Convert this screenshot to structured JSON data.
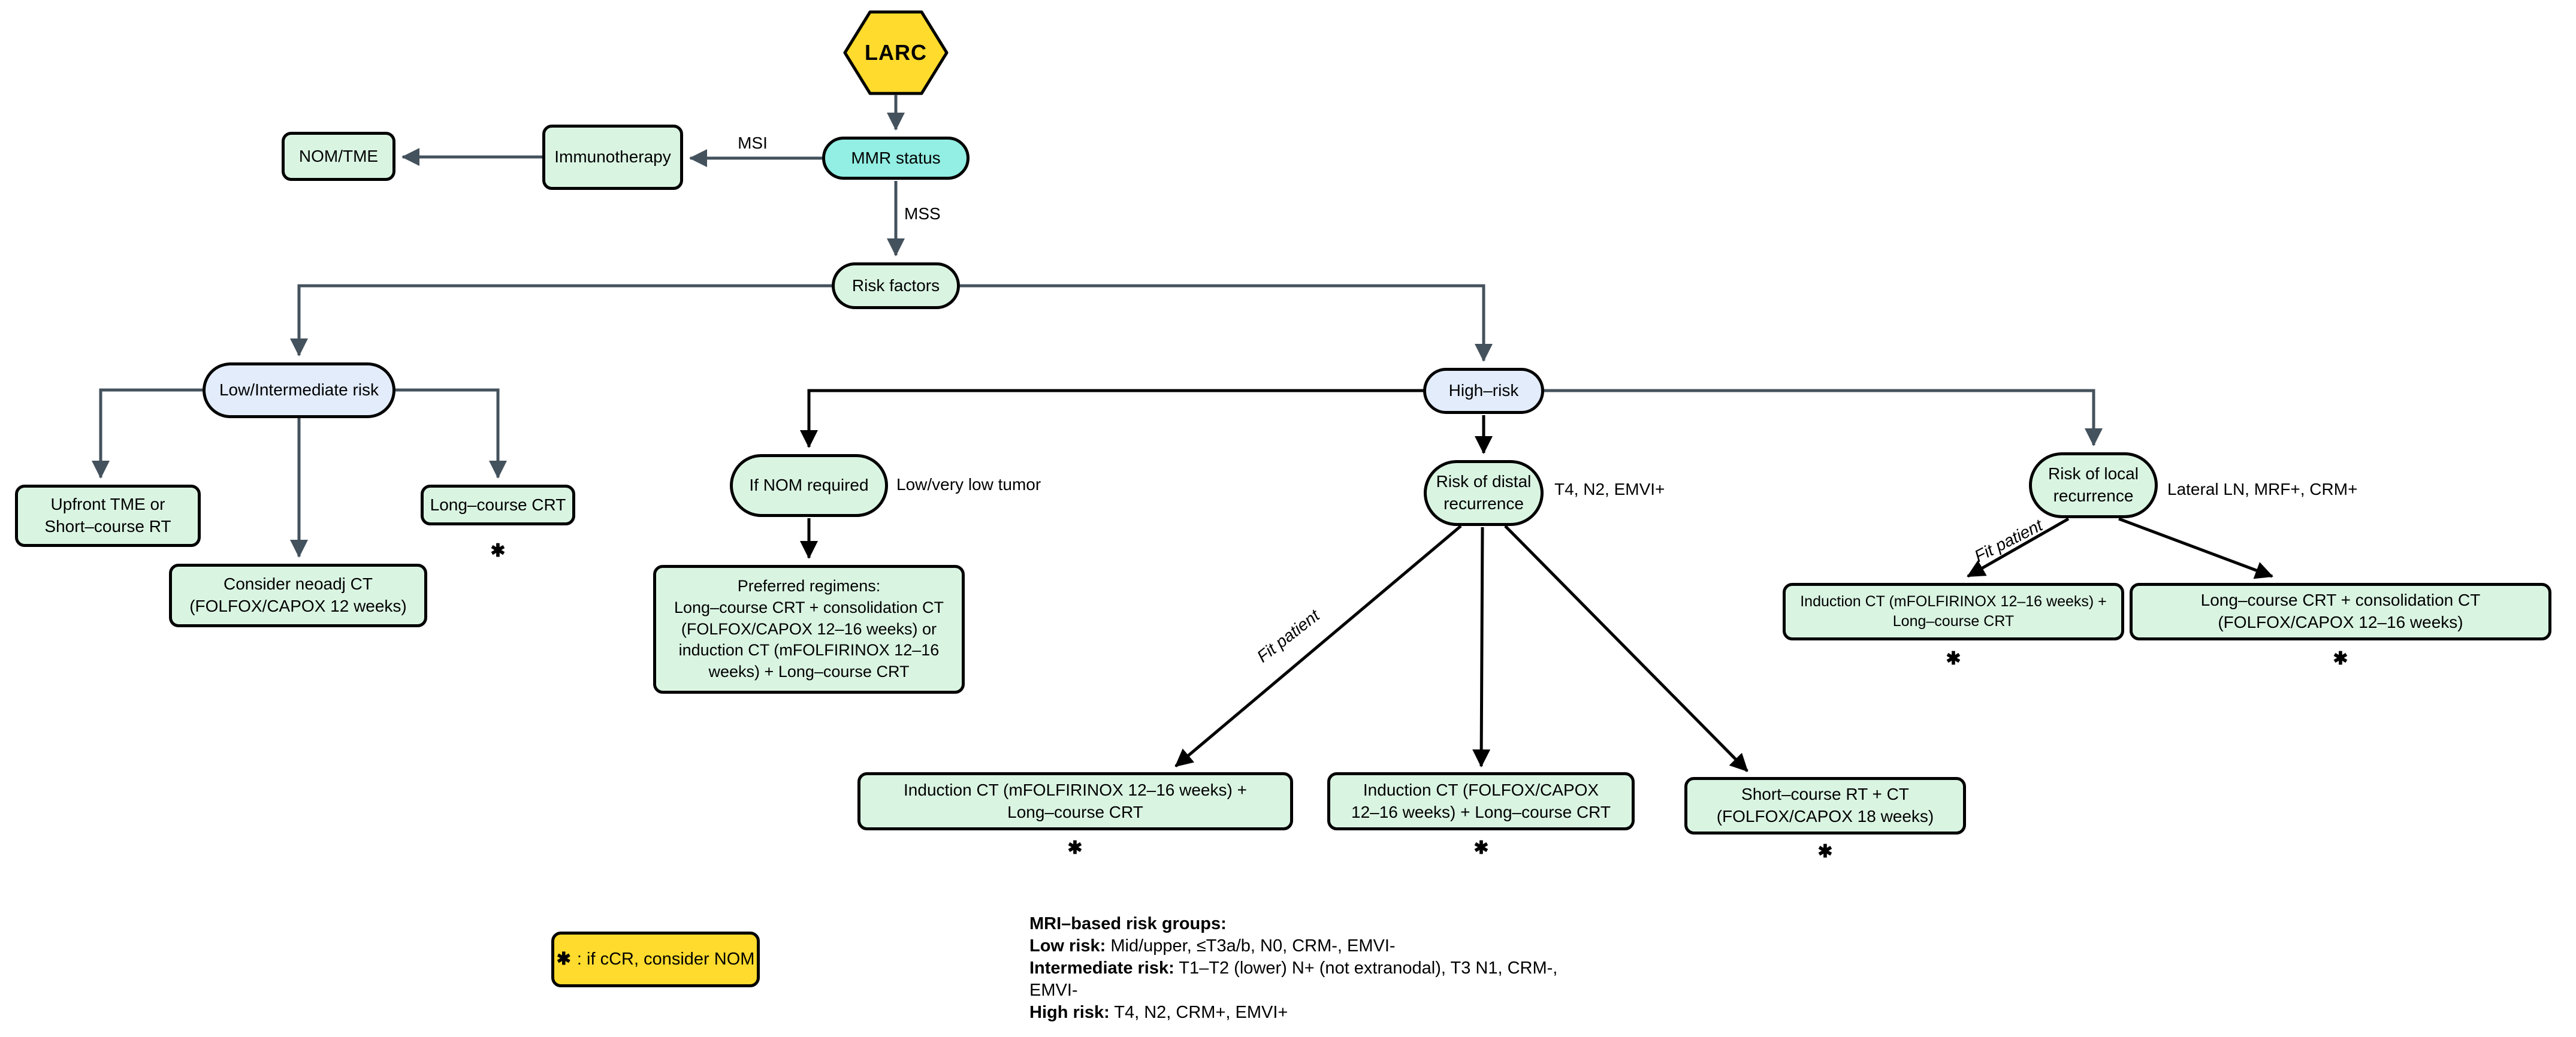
{
  "diagram_title": "LARC treatment decision flowchart",
  "colors": {
    "node_green": "#DAF4E2",
    "node_blue": "#E2ECFB",
    "node_cyan": "#93EEE3",
    "node_yellow": "#FFDB2D",
    "wire_gray": "#44525D",
    "wire_black": "#000000"
  },
  "nodes": {
    "larc": {
      "label": "LARC"
    },
    "mmr_status": {
      "label": "MMR status"
    },
    "immunotherapy": {
      "label": "Immunotherapy"
    },
    "nom_tme": {
      "label": "NOM/TME"
    },
    "risk_factors": {
      "label": "Risk factors"
    },
    "low_intermediate": {
      "label": "Low/Intermediate risk"
    },
    "high_risk": {
      "label": "High–risk"
    },
    "upfront": {
      "label": "Upfront TME or\nShort–course RT"
    },
    "consider_neoadj": {
      "label": "Consider neoadj CT\n(FOLFOX/CAPOX 12 weeks)"
    },
    "long_course_crt": {
      "label": "Long–course CRT"
    },
    "if_nom": {
      "label": "If NOM required"
    },
    "preferred": {
      "label": "Preferred regimens:\nLong–course CRT + consolidation CT\n(FOLFOX/CAPOX 12–16 weeks) or\ninduction CT (mFOLFIRINOX 12–16\nweeks) + Long–course CRT"
    },
    "distal_recurrence": {
      "label": "Risk of distal\nrecurrence"
    },
    "local_recurrence": {
      "label": "Risk of local\nrecurrence"
    },
    "induction_mfolfirinox_distal": {
      "label": "Induction CT (mFOLFIRINOX 12–16 weeks) +\nLong–course CRT"
    },
    "induction_folfox_distal": {
      "label": "Induction CT (FOLFOX/CAPOX\n12–16 weeks) + Long–course CRT"
    },
    "short_course_rt_ct": {
      "label": "Short–course RT + CT\n(FOLFOX/CAPOX 18 weeks)"
    },
    "induction_mfolfirinox_local": {
      "label": "Induction CT (mFOLFIRINOX 12–16 weeks) +\nLong–course CRT"
    },
    "long_course_consolidation": {
      "label": "Long–course CRT + consolidation CT\n(FOLFOX/CAPOX 12–16 weeks)"
    }
  },
  "edge_labels": {
    "msi": "MSI",
    "mss": "MSS",
    "low_tumor": "Low/very low tumor",
    "t4_n2_emvi": "T4, N2, EMVI+",
    "lateral_ln": "Lateral LN, MRF+, CRM+",
    "fit_patient_distal": "Fit patient",
    "fit_patient_local": "Fit patient"
  },
  "markers": {
    "asterisk": "✱"
  },
  "legend_box": {
    "symbol": "✱",
    "text": ": if cCR, consider NOM"
  },
  "legend": {
    "lines": [
      {
        "bold": "MRI–based risk groups:",
        "rest": ""
      },
      {
        "bold": "Low risk:",
        "rest": " Mid/upper, ≤T3a/b, N0, CRM-, EMVI-"
      },
      {
        "bold": "Intermediate risk:",
        "rest": " T1–T2 (lower) N+ (not extranodal), T3 N1, CRM-,"
      },
      {
        "bold": "",
        "rest": "EMVI-"
      },
      {
        "bold": "High risk:",
        "rest": " T4, N2, CRM+, EMVI+"
      }
    ]
  }
}
